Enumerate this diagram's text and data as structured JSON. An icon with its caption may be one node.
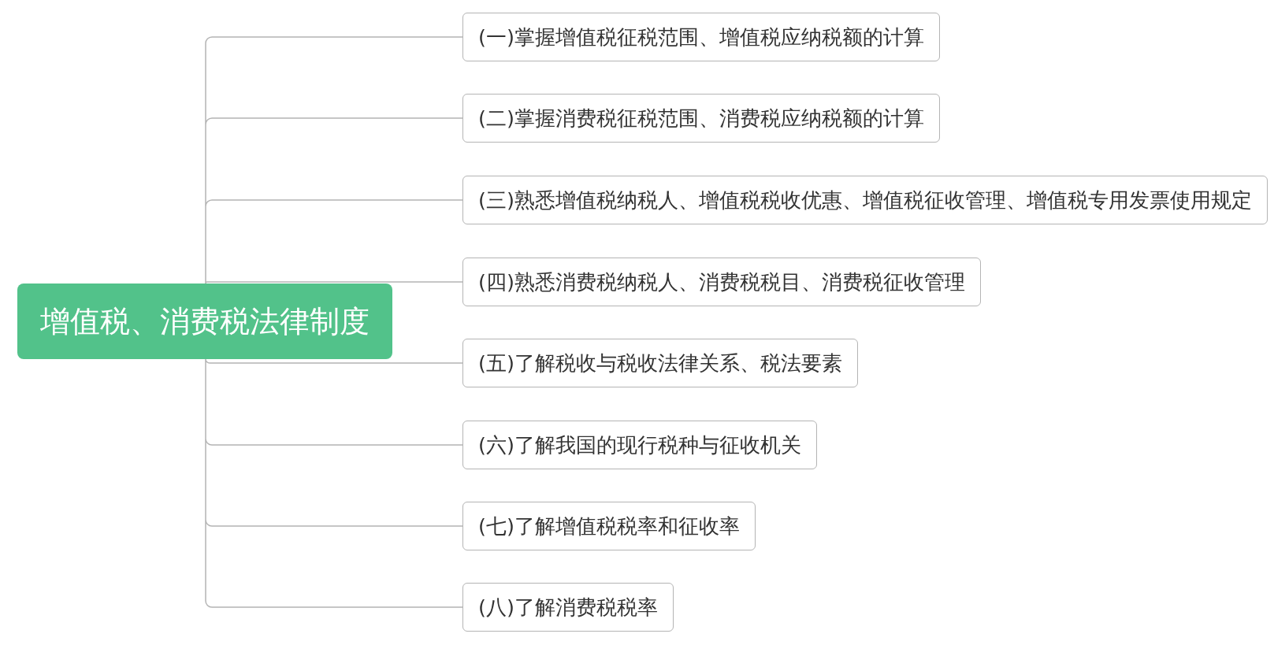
{
  "diagram": {
    "nodes": [
      {
        "text": [
          "增值税、消费税法律制度"
        ]
      },
      {
        "text": [
          "(一)掌握增值税征税范围、增值税应纳税额的计算"
        ]
      },
      {
        "text": [
          "(二)掌握消费税征税范围、消费税应纳税额的计算"
        ]
      },
      {
        "text": [
          "(三)熟悉增值税纳税人、增值税税收优惠、增值税征收管理、增值税专用发票使用规定"
        ]
      },
      {
        "text": [
          "(四)熟悉消费税纳税人、消费税税目、消费税征收管理"
        ]
      },
      {
        "text": [
          "(五)了解税收与税收法律关系、税法要素"
        ]
      },
      {
        "text": [
          "(六)了解我国的现行税种与征收机关"
        ]
      },
      {
        "text": [
          "(七)了解增值税税率和征收率"
        ]
      },
      {
        "text": [
          "(八)了解消费税税率"
        ]
      }
    ],
    "edges": [
      {
        "from": 0,
        "to": 1,
        "arrow": "none"
      },
      {
        "from": 0,
        "to": 2,
        "arrow": "none"
      },
      {
        "from": 0,
        "to": 3,
        "arrow": "none"
      },
      {
        "from": 0,
        "to": 4,
        "arrow": "none"
      },
      {
        "from": 0,
        "to": 5,
        "arrow": "none"
      },
      {
        "from": 0,
        "to": 6,
        "arrow": "none"
      },
      {
        "from": 0,
        "to": 7,
        "arrow": "none"
      },
      {
        "from": 0,
        "to": 8,
        "arrow": "none"
      }
    ]
  }
}
